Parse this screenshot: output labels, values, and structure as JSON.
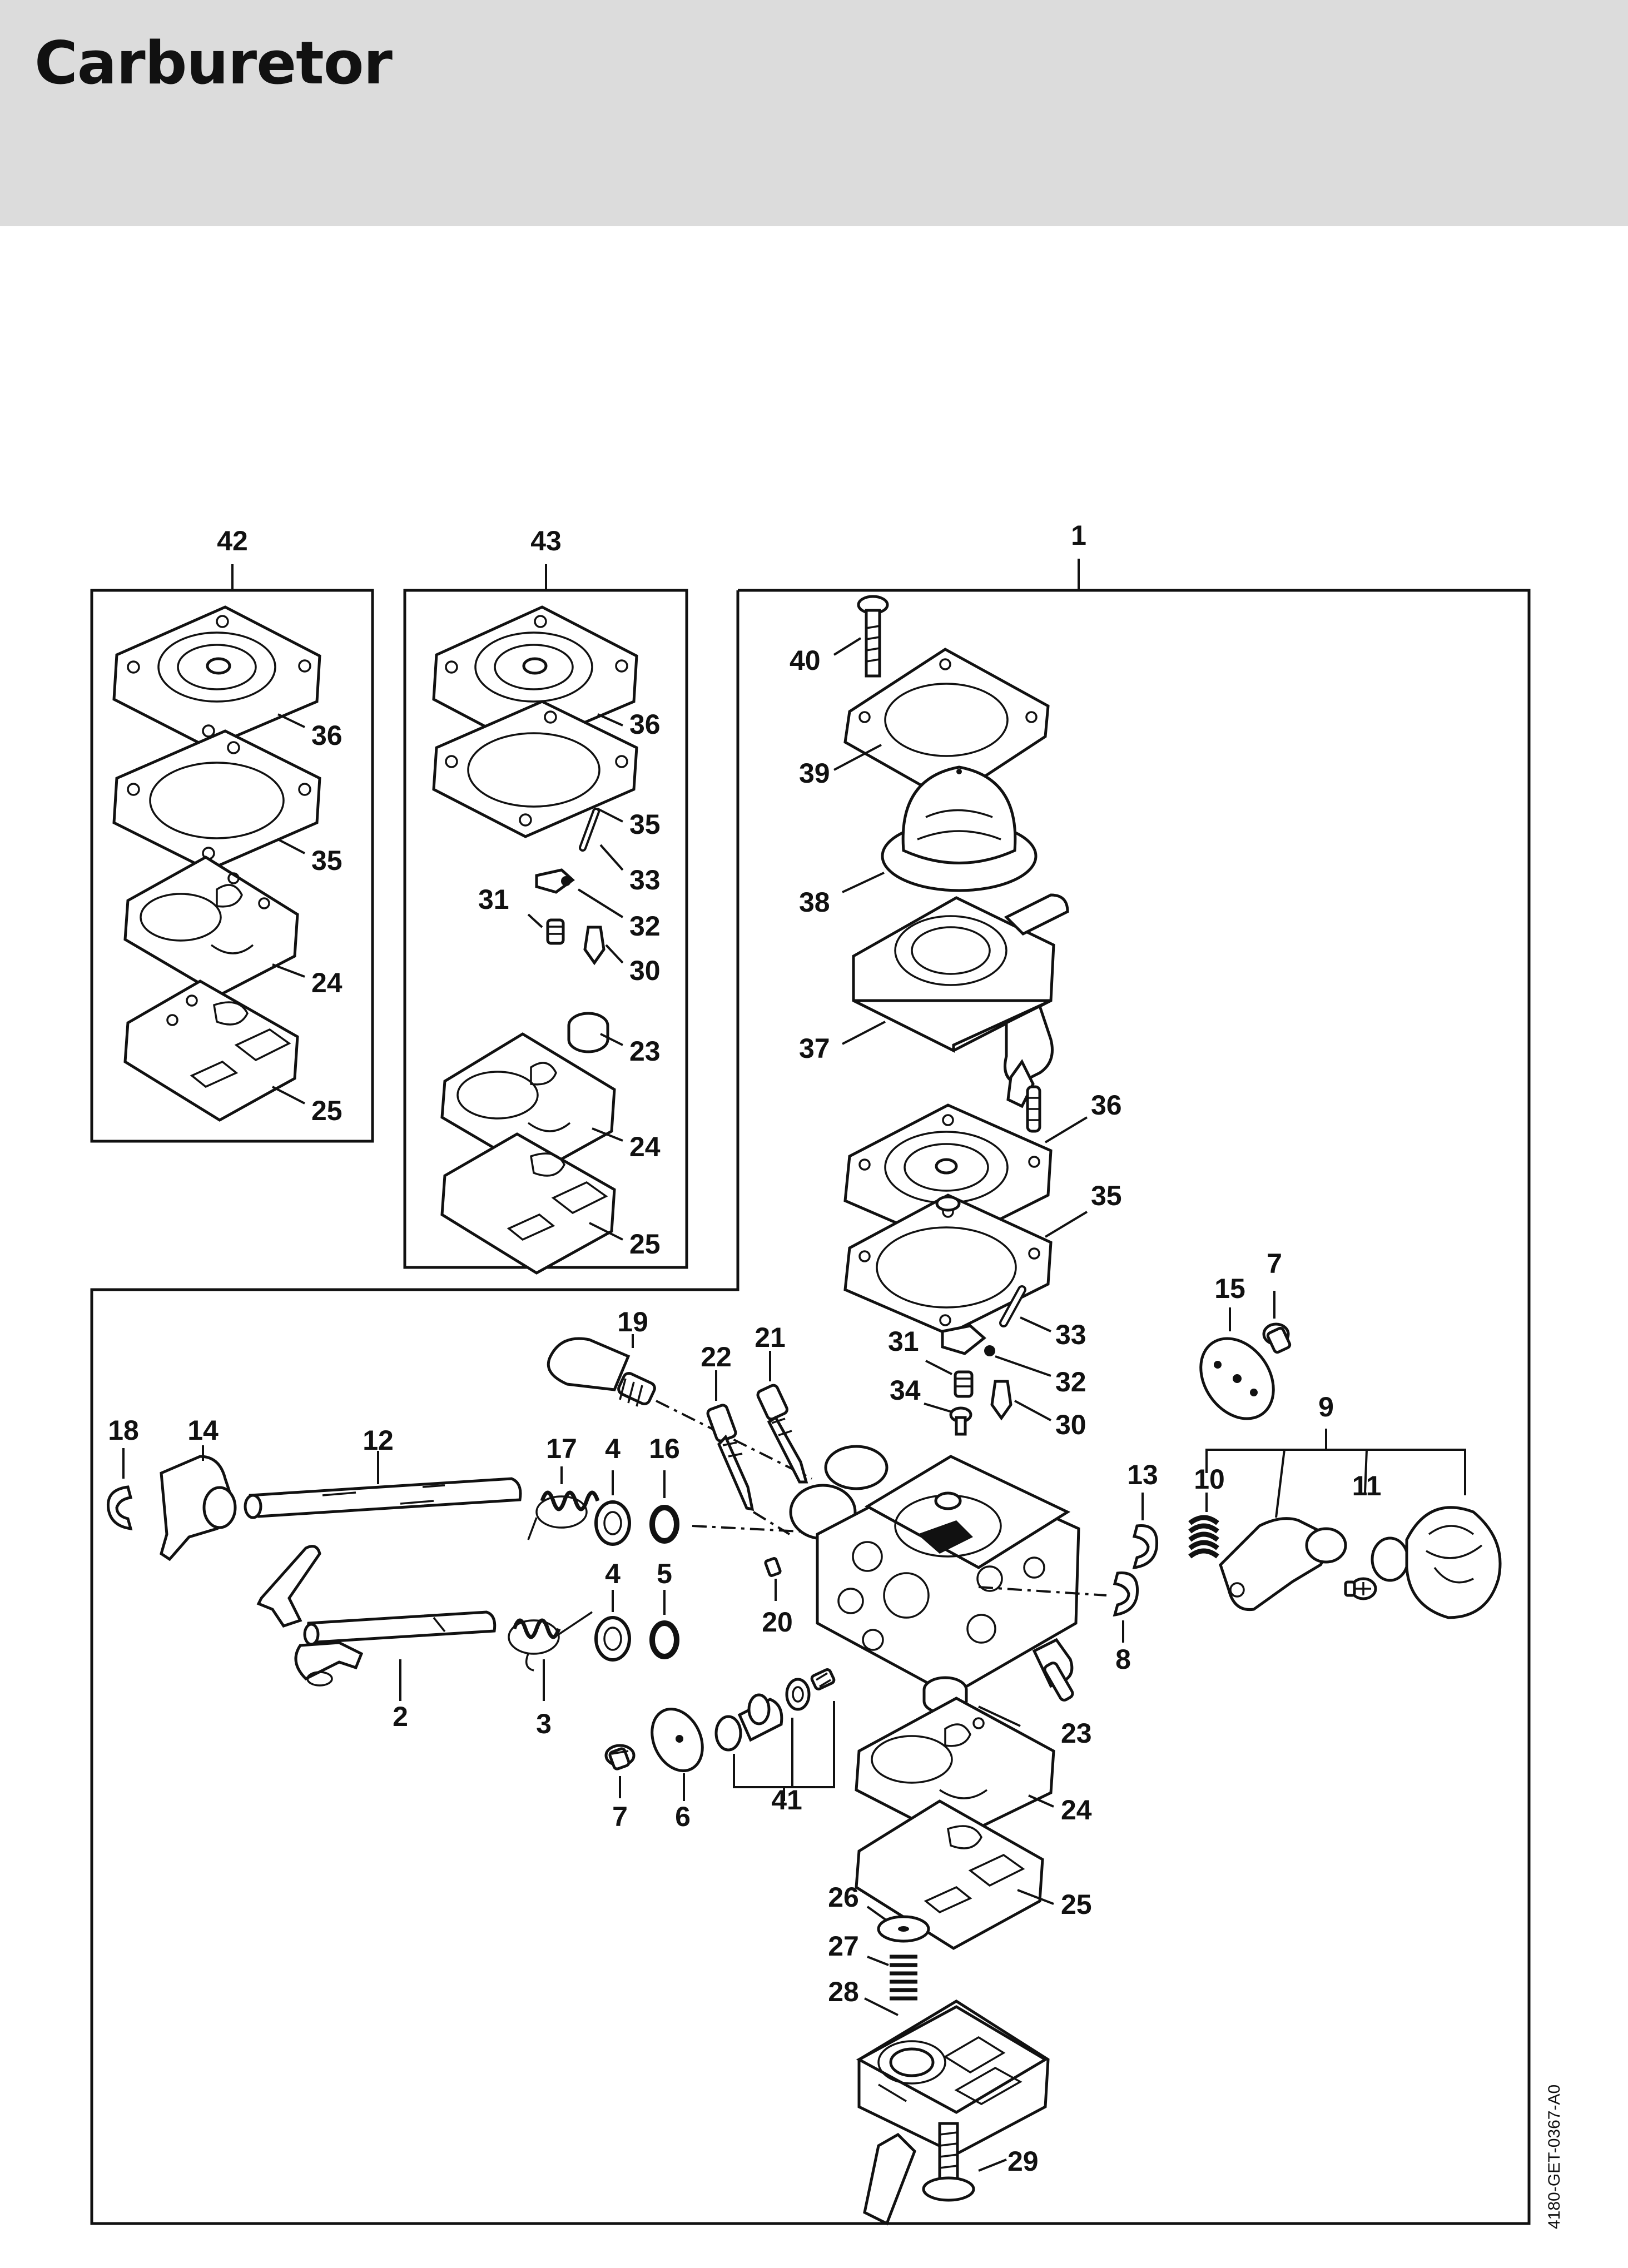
{
  "header": {
    "title": "Carburetor",
    "background_color": "#dcdcdc"
  },
  "diagram": {
    "kit_labels": {
      "kit_1": "1",
      "kit_42": "42",
      "kit_43": "43"
    },
    "part_labels": {
      "p2": "2",
      "p3": "3",
      "p4a": "4",
      "p4b": "4",
      "p5": "5",
      "p6": "6",
      "p7a": "7",
      "p7b": "7",
      "p8": "8",
      "p9": "9",
      "p10": "10",
      "p11": "11",
      "p12": "12",
      "p13": "13",
      "p14": "14",
      "p15": "15",
      "p16": "16",
      "p17": "17",
      "p18": "18",
      "p19": "19",
      "p20": "20",
      "p21": "21",
      "p22": "22",
      "p23": "23",
      "p24": "24",
      "p25": "25",
      "p26": "26",
      "p27": "27",
      "p28": "28",
      "p29": "29",
      "p30": "30",
      "p31": "31",
      "p32": "32",
      "p33": "33",
      "p34": "34",
      "p35": "35",
      "p36": "36",
      "p37": "37",
      "p38": "38",
      "p39": "39",
      "p40": "40",
      "p41": "41",
      "k42_36": "36",
      "k42_35": "35",
      "k42_24": "24",
      "k42_25": "25",
      "k43_36": "36",
      "k43_35": "35",
      "k43_33": "33",
      "k43_32": "32",
      "k43_31": "31",
      "k43_30": "30",
      "k43_23": "23",
      "k43_24": "24",
      "k43_25": "25"
    },
    "drawing_code": "4180-GET-0367-A0"
  }
}
